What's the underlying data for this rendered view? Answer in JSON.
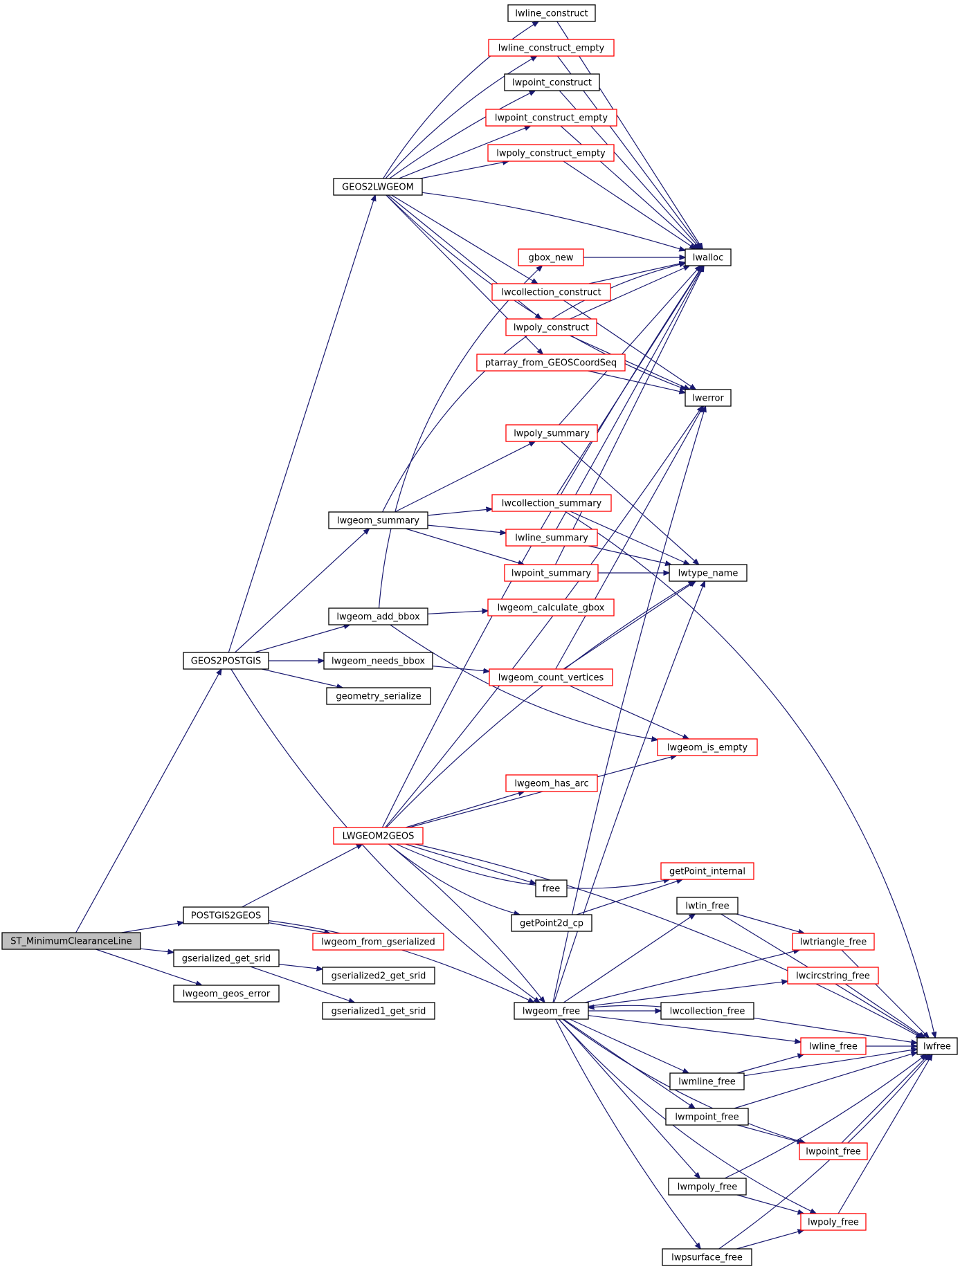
{
  "diagram": {
    "colors": {
      "edge": "#191970",
      "node_border_default": "#000000",
      "node_border_truncated": "#ff0000",
      "root_fill": "#bfbfbf",
      "background": "#ffffff"
    },
    "nodes": [
      {
        "id": "ST_MinimumClearanceLine",
        "label": "ST_MinimumClearanceLine",
        "style": "root"
      },
      {
        "id": "GEOS2POSTGIS",
        "label": "GEOS2POSTGIS",
        "style": "normal"
      },
      {
        "id": "POSTGIS2GEOS",
        "label": "POSTGIS2GEOS",
        "style": "normal"
      },
      {
        "id": "gserialized_get_srid",
        "label": "gserialized_get_srid",
        "style": "normal"
      },
      {
        "id": "lwgeom_geos_error",
        "label": "lwgeom_geos_error",
        "style": "normal"
      },
      {
        "id": "GEOS2LWGEOM",
        "label": "GEOS2LWGEOM",
        "style": "normal"
      },
      {
        "id": "lwgeom_summary",
        "label": "lwgeom_summary",
        "style": "normal"
      },
      {
        "id": "lwgeom_add_bbox",
        "label": "lwgeom_add_bbox",
        "style": "normal"
      },
      {
        "id": "lwgeom_needs_bbox",
        "label": "lwgeom_needs_bbox",
        "style": "normal"
      },
      {
        "id": "geometry_serialize",
        "label": "geometry_serialize",
        "style": "normal"
      },
      {
        "id": "LWGEOM2GEOS",
        "label": "LWGEOM2GEOS",
        "style": "truncated"
      },
      {
        "id": "lwgeom_from_gserialized",
        "label": "lwgeom_from_gserialized",
        "style": "truncated"
      },
      {
        "id": "gserialized2_get_srid",
        "label": "gserialized2_get_srid",
        "style": "normal"
      },
      {
        "id": "gserialized1_get_srid",
        "label": "gserialized1_get_srid",
        "style": "normal"
      },
      {
        "id": "lwline_construct",
        "label": "lwline_construct",
        "style": "normal"
      },
      {
        "id": "lwline_construct_empty",
        "label": "lwline_construct_empty",
        "style": "truncated"
      },
      {
        "id": "lwpoint_construct",
        "label": "lwpoint_construct",
        "style": "normal"
      },
      {
        "id": "lwpoint_construct_empty",
        "label": "lwpoint_construct_empty",
        "style": "truncated"
      },
      {
        "id": "lwpoly_construct_empty",
        "label": "lwpoly_construct_empty",
        "style": "truncated"
      },
      {
        "id": "gbox_new",
        "label": "gbox_new",
        "style": "truncated"
      },
      {
        "id": "lwcollection_construct",
        "label": "lwcollection_construct",
        "style": "truncated"
      },
      {
        "id": "lwpoly_construct",
        "label": "lwpoly_construct",
        "style": "truncated"
      },
      {
        "id": "ptarray_from_GEOSCoordSeq",
        "label": "ptarray_from_GEOSCoordSeq",
        "style": "truncated"
      },
      {
        "id": "lwpoly_summary",
        "label": "lwpoly_summary",
        "style": "truncated"
      },
      {
        "id": "lwcollection_summary",
        "label": "lwcollection_summary",
        "style": "truncated"
      },
      {
        "id": "lwline_summary",
        "label": "lwline_summary",
        "style": "truncated"
      },
      {
        "id": "lwpoint_summary",
        "label": "lwpoint_summary",
        "style": "truncated"
      },
      {
        "id": "lwgeom_calculate_gbox",
        "label": "lwgeom_calculate_gbox",
        "style": "truncated"
      },
      {
        "id": "lwgeom_count_vertices",
        "label": "lwgeom_count_vertices",
        "style": "truncated"
      },
      {
        "id": "lwgeom_has_arc",
        "label": "lwgeom_has_arc",
        "style": "truncated"
      },
      {
        "id": "free",
        "label": "free",
        "style": "normal"
      },
      {
        "id": "getPoint2d_cp",
        "label": "getPoint2d_cp",
        "style": "normal"
      },
      {
        "id": "lwgeom_free",
        "label": "lwgeom_free",
        "style": "normal"
      },
      {
        "id": "lwalloc",
        "label": "lwalloc",
        "style": "normal"
      },
      {
        "id": "lwerror",
        "label": "lwerror",
        "style": "normal"
      },
      {
        "id": "lwtype_name",
        "label": "lwtype_name",
        "style": "normal"
      },
      {
        "id": "lwgeom_is_empty",
        "label": "lwgeom_is_empty",
        "style": "truncated"
      },
      {
        "id": "getPoint_internal",
        "label": "getPoint_internal",
        "style": "truncated"
      },
      {
        "id": "lwtin_free",
        "label": "lwtin_free",
        "style": "normal"
      },
      {
        "id": "lwtriangle_free",
        "label": "lwtriangle_free",
        "style": "truncated"
      },
      {
        "id": "lwcircstring_free",
        "label": "lwcircstring_free",
        "style": "truncated"
      },
      {
        "id": "lwcollection_free",
        "label": "lwcollection_free",
        "style": "normal"
      },
      {
        "id": "lwline_free",
        "label": "lwline_free",
        "style": "truncated"
      },
      {
        "id": "lwmline_free",
        "label": "lwmline_free",
        "style": "normal"
      },
      {
        "id": "lwmpoint_free",
        "label": "lwmpoint_free",
        "style": "normal"
      },
      {
        "id": "lwpoint_free",
        "label": "lwpoint_free",
        "style": "truncated"
      },
      {
        "id": "lwmpoly_free",
        "label": "lwmpoly_free",
        "style": "normal"
      },
      {
        "id": "lwpoly_free",
        "label": "lwpoly_free",
        "style": "truncated"
      },
      {
        "id": "lwpsurface_free",
        "label": "lwpsurface_free",
        "style": "normal"
      },
      {
        "id": "lwfree",
        "label": "lwfree",
        "style": "normal"
      }
    ],
    "edges": [
      {
        "from": "ST_MinimumClearanceLine",
        "to": "GEOS2POSTGIS"
      },
      {
        "from": "ST_MinimumClearanceLine",
        "to": "POSTGIS2GEOS"
      },
      {
        "from": "ST_MinimumClearanceLine",
        "to": "gserialized_get_srid"
      },
      {
        "from": "ST_MinimumClearanceLine",
        "to": "lwgeom_geos_error"
      },
      {
        "from": "GEOS2POSTGIS",
        "to": "GEOS2LWGEOM"
      },
      {
        "from": "GEOS2POSTGIS",
        "to": "lwgeom_summary"
      },
      {
        "from": "GEOS2POSTGIS",
        "to": "lwgeom_add_bbox"
      },
      {
        "from": "GEOS2POSTGIS",
        "to": "lwgeom_needs_bbox"
      },
      {
        "from": "GEOS2POSTGIS",
        "to": "geometry_serialize"
      },
      {
        "from": "GEOS2POSTGIS",
        "to": "lwgeom_free"
      },
      {
        "from": "POSTGIS2GEOS",
        "to": "LWGEOM2GEOS"
      },
      {
        "from": "POSTGIS2GEOS",
        "to": "lwgeom_from_gserialized"
      },
      {
        "from": "POSTGIS2GEOS",
        "to": "lwgeom_free"
      },
      {
        "from": "gserialized_get_srid",
        "to": "gserialized2_get_srid"
      },
      {
        "from": "gserialized_get_srid",
        "to": "gserialized1_get_srid"
      },
      {
        "from": "GEOS2LWGEOM",
        "to": "lwline_construct"
      },
      {
        "from": "GEOS2LWGEOM",
        "to": "lwline_construct_empty"
      },
      {
        "from": "GEOS2LWGEOM",
        "to": "lwpoint_construct"
      },
      {
        "from": "GEOS2LWGEOM",
        "to": "lwpoint_construct_empty"
      },
      {
        "from": "GEOS2LWGEOM",
        "to": "lwpoly_construct_empty"
      },
      {
        "from": "GEOS2LWGEOM",
        "to": "lwalloc"
      },
      {
        "from": "GEOS2LWGEOM",
        "to": "lwcollection_construct"
      },
      {
        "from": "GEOS2LWGEOM",
        "to": "lwpoly_construct"
      },
      {
        "from": "GEOS2LWGEOM",
        "to": "ptarray_from_GEOSCoordSeq"
      },
      {
        "from": "GEOS2LWGEOM",
        "to": "lwerror"
      },
      {
        "from": "lwline_construct",
        "to": "lwalloc"
      },
      {
        "from": "lwline_construct_empty",
        "to": "lwalloc"
      },
      {
        "from": "lwpoint_construct",
        "to": "lwalloc"
      },
      {
        "from": "lwpoint_construct_empty",
        "to": "lwalloc"
      },
      {
        "from": "lwpoly_construct_empty",
        "to": "lwalloc"
      },
      {
        "from": "gbox_new",
        "to": "lwalloc"
      },
      {
        "from": "lwcollection_construct",
        "to": "lwalloc"
      },
      {
        "from": "lwcollection_construct",
        "to": "lwerror"
      },
      {
        "from": "lwpoly_construct",
        "to": "lwalloc"
      },
      {
        "from": "lwpoly_construct",
        "to": "lwerror"
      },
      {
        "from": "ptarray_from_GEOSCoordSeq",
        "to": "lwerror"
      },
      {
        "from": "lwgeom_summary",
        "to": "lwalloc"
      },
      {
        "from": "lwgeom_summary",
        "to": "lwpoly_summary"
      },
      {
        "from": "lwgeom_summary",
        "to": "lwcollection_summary"
      },
      {
        "from": "lwgeom_summary",
        "to": "lwline_summary"
      },
      {
        "from": "lwgeom_summary",
        "to": "lwpoint_summary"
      },
      {
        "from": "lwpoly_summary",
        "to": "lwalloc"
      },
      {
        "from": "lwpoly_summary",
        "to": "lwtype_name"
      },
      {
        "from": "lwcollection_summary",
        "to": "lwalloc"
      },
      {
        "from": "lwcollection_summary",
        "to": "lwtype_name"
      },
      {
        "from": "lwcollection_summary",
        "to": "lwfree"
      },
      {
        "from": "lwline_summary",
        "to": "lwalloc"
      },
      {
        "from": "lwline_summary",
        "to": "lwtype_name"
      },
      {
        "from": "lwpoint_summary",
        "to": "lwalloc"
      },
      {
        "from": "lwpoint_summary",
        "to": "lwtype_name"
      },
      {
        "from": "lwgeom_add_bbox",
        "to": "gbox_new"
      },
      {
        "from": "lwgeom_add_bbox",
        "to": "lwgeom_calculate_gbox"
      },
      {
        "from": "lwgeom_add_bbox",
        "to": "lwgeom_is_empty"
      },
      {
        "from": "lwgeom_needs_bbox",
        "to": "lwgeom_count_vertices"
      },
      {
        "from": "lwgeom_count_vertices",
        "to": "lwerror"
      },
      {
        "from": "lwgeom_count_vertices",
        "to": "lwtype_name"
      },
      {
        "from": "lwgeom_count_vertices",
        "to": "lwgeom_is_empty"
      },
      {
        "from": "LWGEOM2GEOS",
        "to": "lwalloc"
      },
      {
        "from": "LWGEOM2GEOS",
        "to": "lwerror"
      },
      {
        "from": "LWGEOM2GEOS",
        "to": "lwtype_name"
      },
      {
        "from": "LWGEOM2GEOS",
        "to": "lwgeom_is_empty"
      },
      {
        "from": "LWGEOM2GEOS",
        "to": "lwgeom_has_arc"
      },
      {
        "from": "LWGEOM2GEOS",
        "to": "lwfree"
      },
      {
        "from": "LWGEOM2GEOS",
        "to": "free"
      },
      {
        "from": "LWGEOM2GEOS",
        "to": "getPoint2d_cp"
      },
      {
        "from": "LWGEOM2GEOS",
        "to": "getPoint_internal"
      },
      {
        "from": "LWGEOM2GEOS",
        "to": "lwgeom_free"
      },
      {
        "from": "getPoint2d_cp",
        "to": "getPoint_internal"
      },
      {
        "from": "lwgeom_free",
        "to": "lwtin_free"
      },
      {
        "from": "lwgeom_free",
        "to": "lwtriangle_free"
      },
      {
        "from": "lwgeom_free",
        "to": "lwcircstring_free"
      },
      {
        "from": "lwgeom_free",
        "to": "lwcollection_free"
      },
      {
        "from": "lwgeom_free",
        "to": "lwline_free"
      },
      {
        "from": "lwgeom_free",
        "to": "lwmline_free"
      },
      {
        "from": "lwgeom_free",
        "to": "lwmpoint_free"
      },
      {
        "from": "lwgeom_free",
        "to": "lwpoint_free"
      },
      {
        "from": "lwgeom_free",
        "to": "lwmpoly_free"
      },
      {
        "from": "lwgeom_free",
        "to": "lwpoly_free"
      },
      {
        "from": "lwgeom_free",
        "to": "lwpsurface_free"
      },
      {
        "from": "lwgeom_free",
        "to": "lwerror"
      },
      {
        "from": "lwgeom_free",
        "to": "lwtype_name"
      },
      {
        "from": "lwtin_free",
        "to": "lwtriangle_free"
      },
      {
        "from": "lwtin_free",
        "to": "lwfree"
      },
      {
        "from": "lwtriangle_free",
        "to": "lwfree"
      },
      {
        "from": "lwcircstring_free",
        "to": "lwfree"
      },
      {
        "from": "lwcollection_free",
        "to": "lwgeom_free"
      },
      {
        "from": "lwcollection_free",
        "to": "lwfree"
      },
      {
        "from": "lwline_free",
        "to": "lwfree"
      },
      {
        "from": "lwmline_free",
        "to": "lwline_free"
      },
      {
        "from": "lwmline_free",
        "to": "lwfree"
      },
      {
        "from": "lwmpoint_free",
        "to": "lwpoint_free"
      },
      {
        "from": "lwmpoint_free",
        "to": "lwfree"
      },
      {
        "from": "lwpoint_free",
        "to": "lwfree"
      },
      {
        "from": "lwmpoly_free",
        "to": "lwpoly_free"
      },
      {
        "from": "lwmpoly_free",
        "to": "lwfree"
      },
      {
        "from": "lwpoly_free",
        "to": "lwfree"
      },
      {
        "from": "lwpsurface_free",
        "to": "lwpoly_free"
      },
      {
        "from": "lwpsurface_free",
        "to": "lwfree"
      }
    ]
  }
}
